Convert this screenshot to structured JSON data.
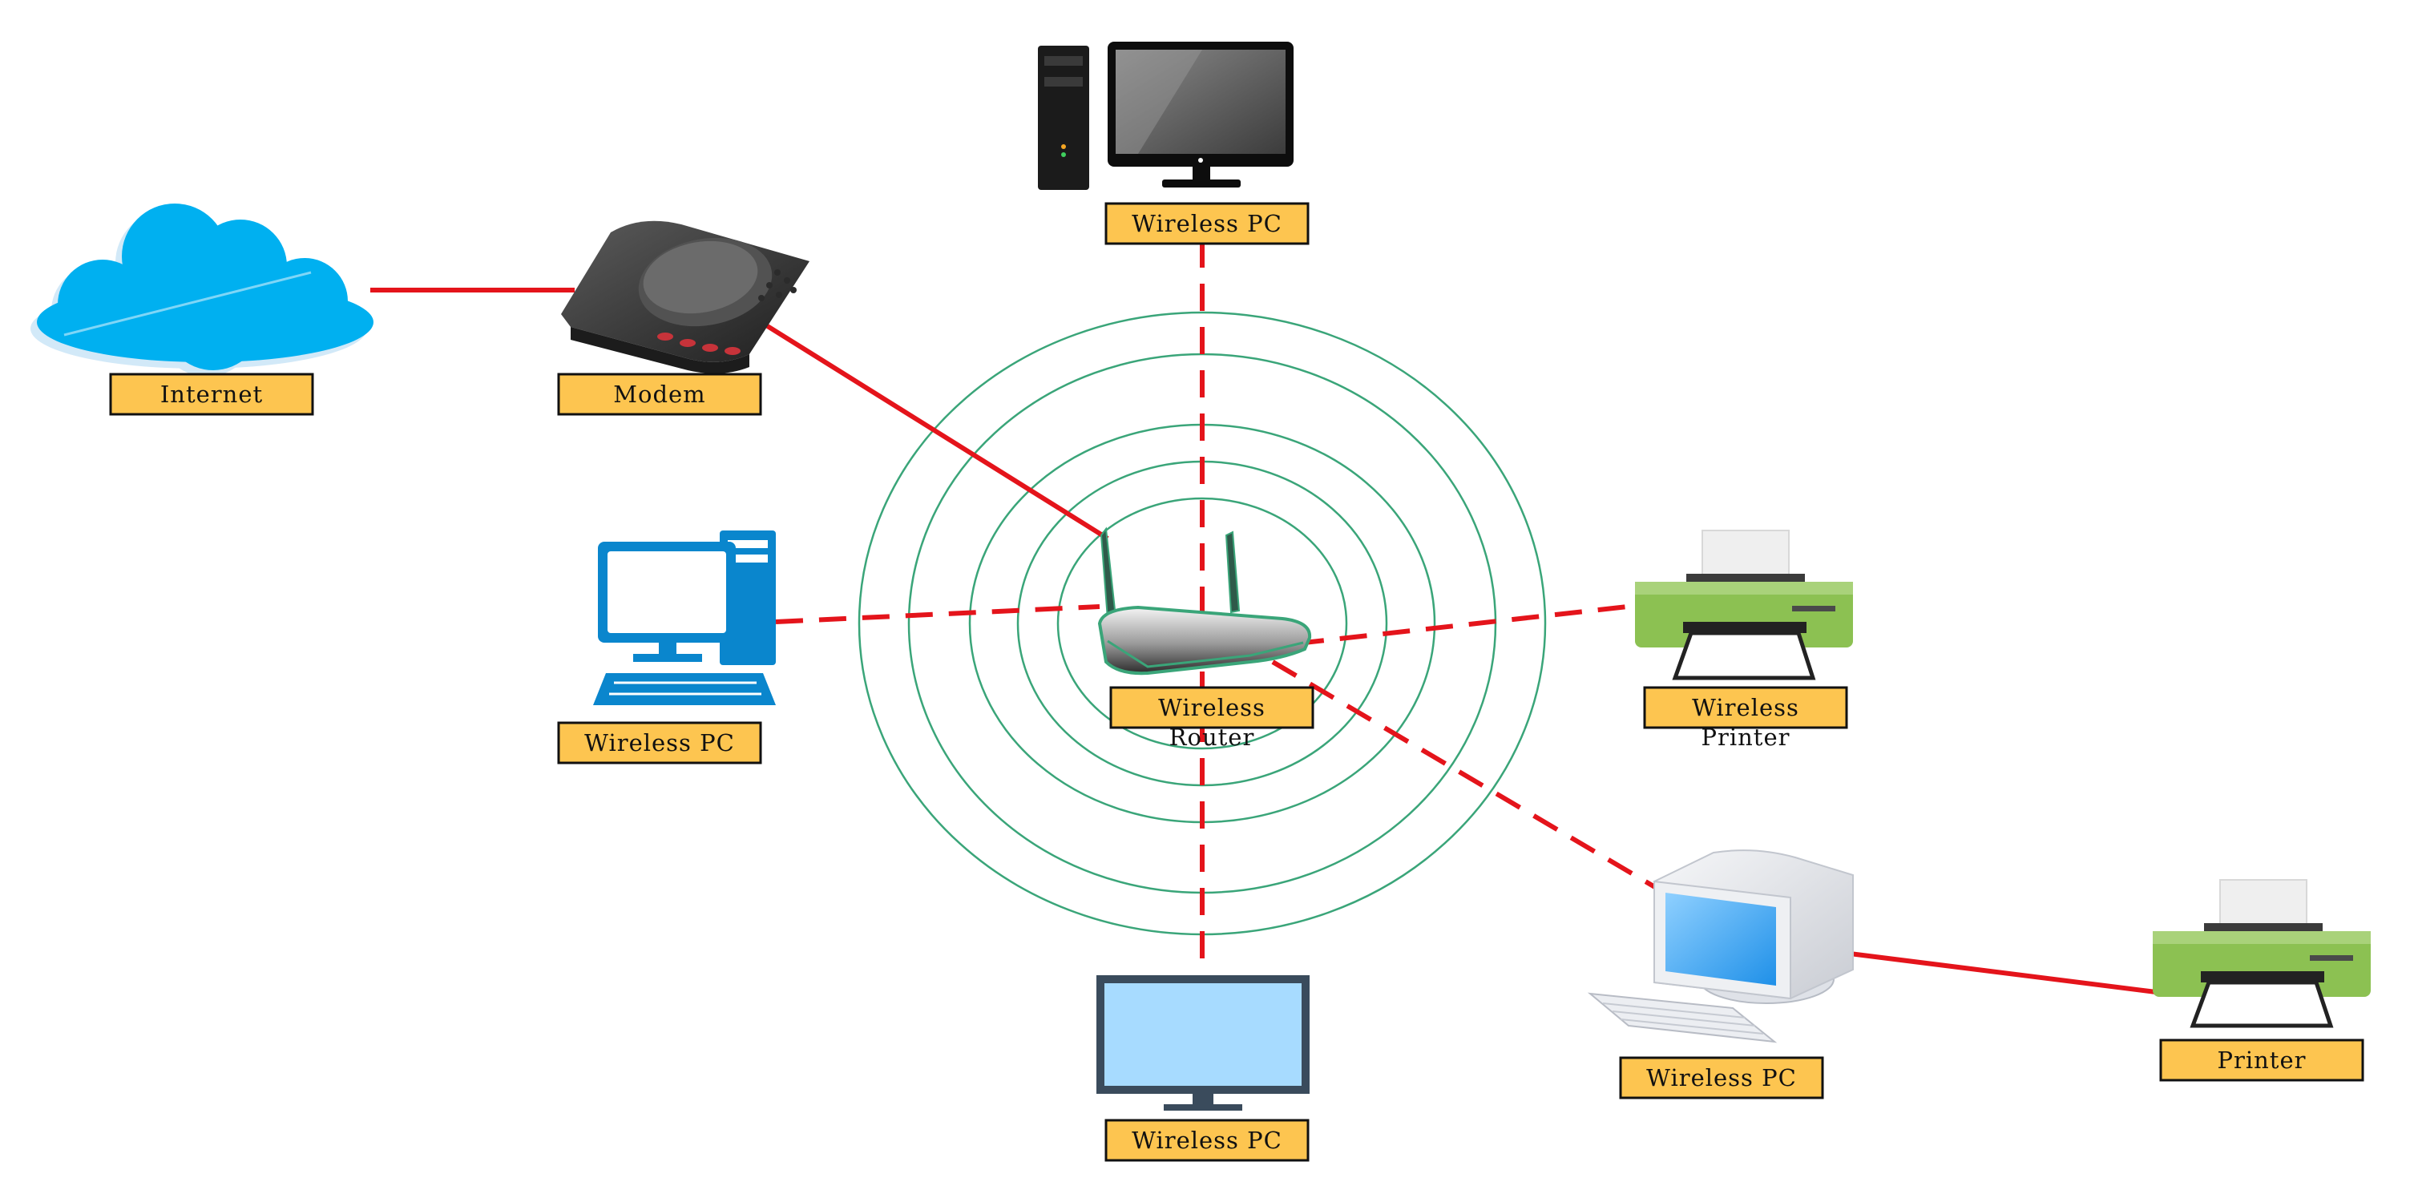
{
  "colors": {
    "link": "#e4141b",
    "rings": "#3aa579",
    "label_fill": "#fdc550",
    "label_border": "#111111",
    "cloud": "#00b0f0",
    "blue_pc": "#0a86cd",
    "printer_green": "#8cc152",
    "monitor_screen": "#a7dbff"
  },
  "nodes": {
    "internet": {
      "label": "Internet",
      "icon": "cloud-icon"
    },
    "modem": {
      "label": "Modem",
      "icon": "modem-icon"
    },
    "router": {
      "label_line1": "Wireless",
      "label_line2": "Router",
      "icon": "wireless-router-icon"
    },
    "pc_top": {
      "label": "Wireless PC",
      "icon": "desktop-tower-monitor-icon"
    },
    "pc_left": {
      "label": "Wireless PC",
      "icon": "blue-desktop-pc-icon"
    },
    "pc_bottom": {
      "label": "Wireless PC",
      "icon": "monitor-icon"
    },
    "pc_right": {
      "label": "Wireless PC",
      "icon": "crt-computer-icon"
    },
    "wireless_printer": {
      "label_line1": "Wireless",
      "label_line2": "Printer",
      "icon": "printer-icon"
    },
    "printer": {
      "label": "Printer",
      "icon": "printer-icon"
    }
  },
  "links": [
    {
      "from": "internet",
      "to": "modem",
      "style": "solid"
    },
    {
      "from": "modem",
      "to": "router",
      "style": "solid"
    },
    {
      "from": "router",
      "to": "pc_top",
      "style": "dashed"
    },
    {
      "from": "router",
      "to": "pc_left",
      "style": "dashed"
    },
    {
      "from": "router",
      "to": "pc_bottom",
      "style": "dashed"
    },
    {
      "from": "router",
      "to": "wireless_printer",
      "style": "dashed"
    },
    {
      "from": "router",
      "to": "pc_right",
      "style": "dashed"
    },
    {
      "from": "pc_right",
      "to": "printer",
      "style": "solid"
    }
  ]
}
